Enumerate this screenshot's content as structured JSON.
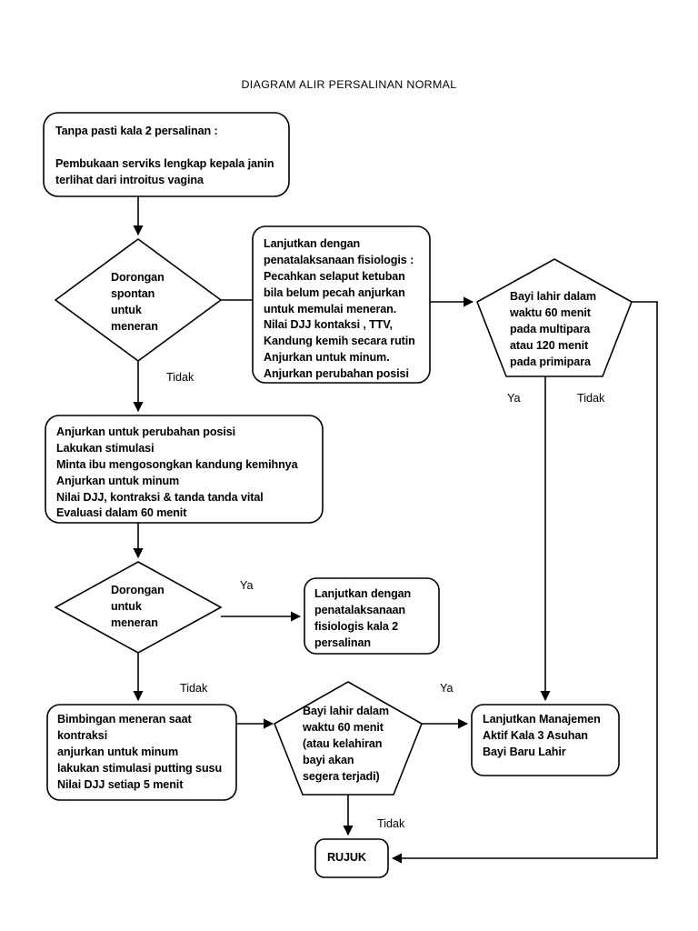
{
  "diagram": {
    "title": "DIAGRAM ALIR PERSALINAN NORMAL",
    "type": "flowchart",
    "stroke_color": "#000000",
    "fill_color": "#ffffff",
    "nodes": {
      "start_box": {
        "shape": "rounded-rect",
        "text": "Tanpa pasti kala 2 persalinan :\n\nPembukaan serviks lengkap kepala janin\nterlihat dari introitus vagina"
      },
      "decision_dorongan_spontan": {
        "shape": "diamond",
        "text": "Dorongan\nspontan\nuntuk\nmeneran"
      },
      "lanjutkan_fisiologis": {
        "shape": "rounded-rect",
        "text": "Lanjutkan dengan\npenatalaksanaan fisiologis :\nPecahkan selaput ketuban\nbila belum pecah anjurkan\nuntuk memulai meneran.\nNilai DJJ kontaksi , TTV,\nKandung kemih secara rutin\nAnjurkan untuk minum.\nAnjurkan perubahan posisi"
      },
      "pentagon_bayi_lahir_top": {
        "shape": "pentagon",
        "text": "Bayi lahir dalam\nwaktu 60 menit\npada multipara\natau 120 menit\npada primipara"
      },
      "anjurkan_perubahan": {
        "shape": "rounded-rect",
        "text": "Anjurkan untuk perubahan posisi\nLakukan stimulasi\nMinta ibu mengosongkan kandung kemihnya\nAnjurkan untuk minum\nNilai DJJ, kontraksi & tanda tanda vital\nEvaluasi dalam 60 menit"
      },
      "decision_dorongan_untuk_meneran": {
        "shape": "diamond",
        "text": "Dorongan\nuntuk\nmeneran"
      },
      "lanjutkan_kala2": {
        "shape": "rounded-rect",
        "text": "Lanjutkan dengan\npenatalaksanaan\nfisiologis kala 2\npersalinan"
      },
      "bimbingan_meneran": {
        "shape": "rounded-rect",
        "text": "Bimbingan meneran saat\nkontraksi\nanjurkan untuk minum\nlakukan stimulasi putting susu\nNilai DJJ setiap 5 menit"
      },
      "pentagon_bayi_lahir_bottom": {
        "shape": "pentagon",
        "text": "Bayi lahir dalam\nwaktu 60 menit\n(atau kelahiran\nbayi  akan\nsegera terjadi)"
      },
      "lanjutkan_manajemen": {
        "shape": "rounded-rect",
        "text": "Lanjutkan Manajemen\nAktif Kala 3 Asuhan\nBayi Baru Lahir"
      },
      "rujuk": {
        "shape": "rounded-rect",
        "text": "RUJUK"
      }
    },
    "edge_labels": {
      "tidak_1": "Tidak",
      "ya_top_pentagon": "Ya",
      "tidak_top_pentagon": "Tidak",
      "ya_decision2": "Ya",
      "tidak_decision2": "Tidak",
      "ya_bottom_pentagon": "Ya",
      "tidak_bottom_pentagon": "Tidak"
    }
  }
}
